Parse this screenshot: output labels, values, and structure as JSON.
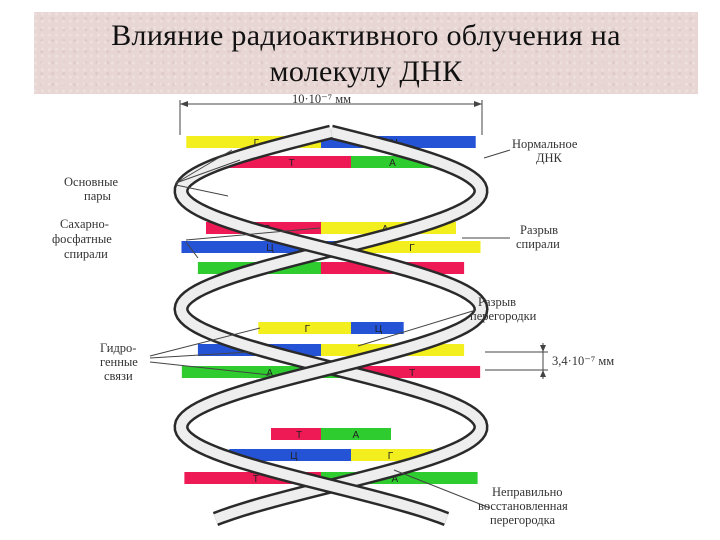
{
  "title": {
    "line1": "Влияние радиоактивного облучения на",
    "line2": "молекулу ДНК"
  },
  "dimension_top": "10·10⁻⁷ мм",
  "dimension_side": "3,4·10⁻⁷ мм",
  "labels": {
    "normal_dna": [
      "Нормальное",
      "ДНК"
    ],
    "base_pairs": [
      "Основные",
      "пары"
    ],
    "sugar_phosphate": [
      "Сахарно-",
      "фосфатные",
      "спирали"
    ],
    "hydrogen_bonds": [
      "Гидро-",
      "генные",
      "связи"
    ],
    "helix_break": [
      "Разрыв",
      "спирали"
    ],
    "partition_break": [
      "Разрыв",
      "перегородки"
    ],
    "wrong_repair": [
      "Неправильно",
      "восстановленная",
      "перегородка"
    ]
  },
  "colors": {
    "yellow": "#f3ee1e",
    "blue": "#2453d6",
    "red": "#ee1a55",
    "green": "#2fcc2f",
    "strand_light": "#eeeeee",
    "strand_dark": "#2a2a2a"
  },
  "base_pairs": [
    {
      "left": "Г",
      "right": "Ц",
      "left_color": "yellow",
      "right_color": "blue"
    },
    {
      "left": "Т",
      "right": "А",
      "left_color": "red",
      "right_color": "green"
    },
    {
      "left": "Т",
      "right": "А",
      "left_color": "red",
      "right_color": "yellow"
    },
    {
      "left": "Ц",
      "right": "Г",
      "left_color": "blue",
      "right_color": "yellow"
    },
    {
      "left": "А",
      "right": "Т",
      "left_color": "green",
      "right_color": "red"
    },
    {
      "left": "Г",
      "right": "Ц",
      "left_color": "yellow",
      "right_color": "blue"
    },
    {
      "left": "Ц",
      "right": "Г",
      "left_color": "blue",
      "right_color": "yellow"
    },
    {
      "left": "А",
      "right": "Т",
      "left_color": "green",
      "right_color": "red"
    },
    {
      "left": "Т",
      "right": "А",
      "left_color": "red",
      "right_color": "green"
    },
    {
      "left": "Ц",
      "right": "Г",
      "left_color": "blue",
      "right_color": "yellow"
    },
    {
      "left": "Т",
      "right": "А",
      "left_color": "red",
      "right_color": "green"
    }
  ]
}
